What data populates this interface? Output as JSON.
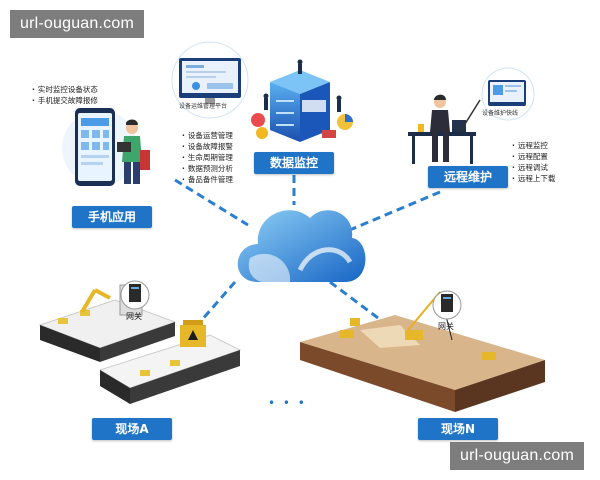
{
  "watermark": {
    "text": "url-ouguan.com"
  },
  "center": {
    "icon": "cloud-icon"
  },
  "nodes": {
    "data_monitor": {
      "label": "数据监控",
      "screen_caption": "设备运维管理平台",
      "features": [
        "设备运营管理",
        "设备故障报警",
        "生命周期管理",
        "数据预测分析",
        "备品备件管理"
      ]
    },
    "mobile_app": {
      "label": "手机应用",
      "features": [
        "实时监控设备状态",
        "手机提交故障报修"
      ]
    },
    "remote_maint": {
      "label": "远程维护",
      "screen_caption": "设备维护快线",
      "features": [
        "远程监控",
        "远程配置",
        "远程调试",
        "远程上下载"
      ]
    },
    "site_a": {
      "label": "现场A",
      "gateway": "网关"
    },
    "site_n": {
      "label": "现场N",
      "gateway": "网关"
    }
  },
  "ellipsis": "• • •",
  "colors": {
    "primary": "#1f74c8",
    "cloud_light": "#7fc6f2",
    "cloud_dark": "#1768c9",
    "line": "#2a7fd0"
  }
}
